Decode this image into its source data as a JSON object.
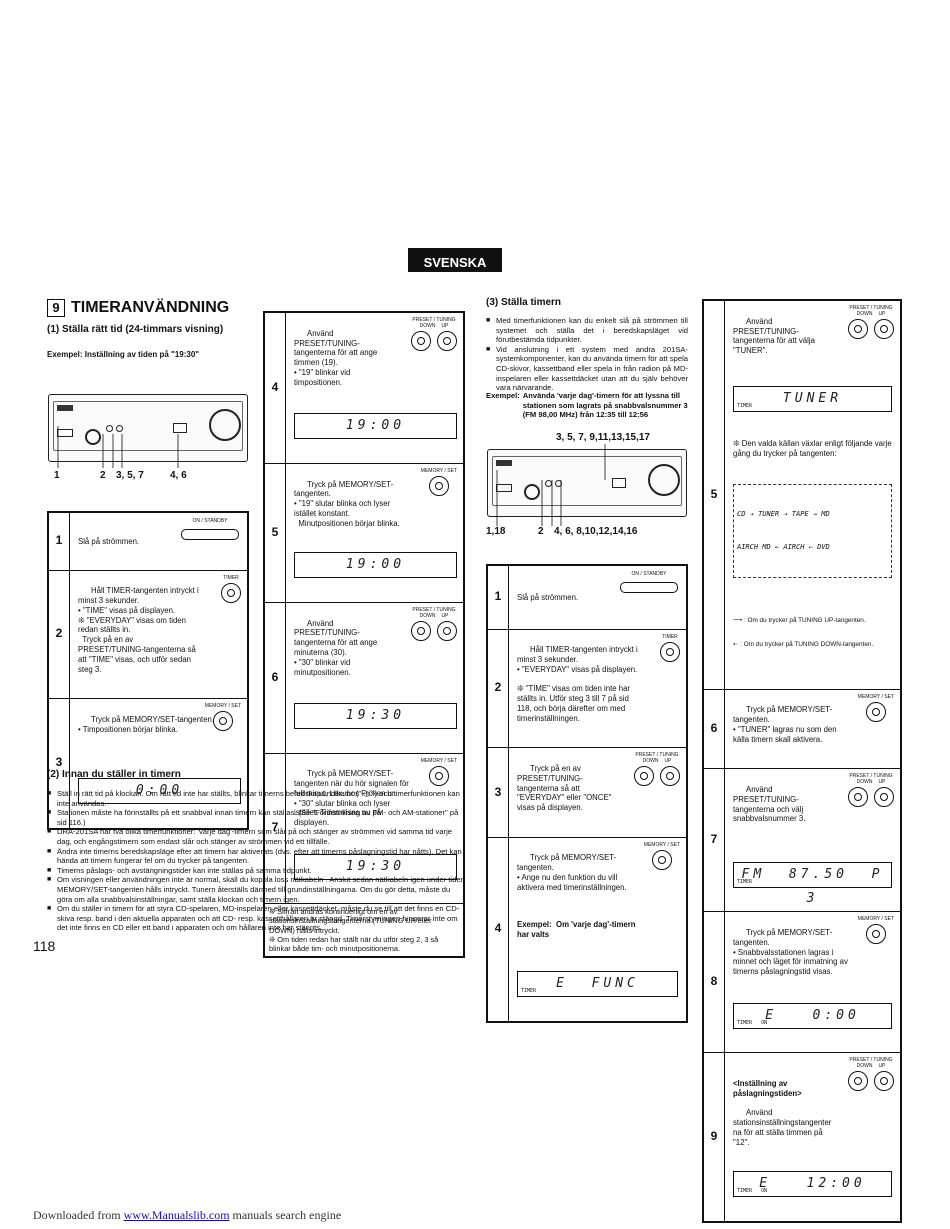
{
  "language_tag": "SVENSKA",
  "section": {
    "number": "9",
    "title": "TIMERANVÄNDNING"
  },
  "part1": {
    "heading": "(1)   Ställa rätt tid (24-timmars visning)",
    "example": "Exempel:  Inställning av tiden på \"19:30\"",
    "callouts": [
      "1",
      "2",
      "3, 5, 7",
      "4, 6"
    ],
    "steps": [
      {
        "n": "1",
        "text": "Slå på strömmen.",
        "button": "ON / STANDBY"
      },
      {
        "n": "2",
        "text": "Håll TIMER-tangenten intryckt i minst 3 sekunder.\n• \"TIME\" visas på displayen.\n❊ \"EVERYDAY\" visas om tiden redan ställts in.\n  Tryck på en av PRESET/TUNING-tangenterna så att \"TIME\" visas, och utför sedan steg 3.",
        "button": "TIMER"
      },
      {
        "n": "3",
        "text": "Tryck på MEMORY/SET-tangenten.\n• Timpositionen börjar blinka.",
        "button": "MEMORY / SET",
        "display": "0:00"
      }
    ],
    "steps_right": [
      {
        "n": "4",
        "text": "Använd PRESET/TUNING-tangenterna för att ange timmen (19).\n• \"19\" blinkar vid timpositionen.",
        "button": "PRESET / TUNING",
        "down": "DOWN",
        "up": "UP",
        "display": "19:00"
      },
      {
        "n": "5",
        "text": "Tryck på MEMORY/SET-tangenten.\n• \"19\" slutar blinka och lyser istället konstant.\n  Minutpositionen börjar blinka.",
        "button": "MEMORY / SET",
        "display": "19:00"
      },
      {
        "n": "6",
        "text": "Använd PRESET/TUNING-tangenterna för att ange minuterna (30).\n• \"30\" blinkar vid minutpositionen.",
        "button": "PRESET / TUNING",
        "down": "DOWN",
        "up": "UP",
        "display": "19:30"
      },
      {
        "n": "7",
        "text": "Tryck på MEMORY/SET-tangenten när du hör signalen för full minut, t.ex. hos Fröken ur.\n• \"30\" slutar blinka och lyser istället. Tiden visas nu på displayen.",
        "button": "MEMORY / SET",
        "display": "19:30"
      }
    ],
    "notes": [
      "❊ Siffran ändras kontinuerligt om en av stationsinställningstangenterna (TUNING UP eller DOWN) hålls intryckt.",
      "❊ Om tiden redan har ställt när du utför steg 2, 3 så blinkar både tim- och minutpositionerna."
    ]
  },
  "part2": {
    "heading": "(2)   Innan du ställer in timern",
    "bullets": [
      "Ställ in rätt tid på klockan. Om rätt tid inte har ställts, blinkar timerns beredskapsindikator (\" ◷ \") och timerfunktionen kan inte användas.",
      "Stationen måste ha förinställts på ett snabbval innan timern kan ställas. (Se \"Förinställning av FM- och AM-stationer\" på sid 116.)",
      "DRA-201SA har två olika timerfunktioner: 'varje dag'-timern som slår på och stänger av strömmen vid samma tid varje dag, och engångstimern som endast slår och stänger av strömmen vid ett tillfälle.",
      "Ändra inte timerns beredskapsläge efter att timern har aktiverats (dvs. efter att timerns påslagningstid har nåtts). Det kan hända att timern fungerar fel om du trycker på tangenten.",
      "Timerns påslags- och avstängningstider kan inte ställas på samma tidpunkt.",
      "Om visningen eller användningen inte är normal, skall du koppla loss nätkabeln . Anslut sedan nätkabeln igen under tiden MEMORY/SET-tangenten hålls intryckt. Tunern återställs därmed till grundinställningarna. Om du gör detta, måste du göra om alla snabbvalsinställningar, samt ställa klockan och timern igen.",
      "Om du ställer in timern för att styra CD-spelaren, MD-inspelaren eller kassettdäcket, måste du se till att det finns en CD-skiva resp. band i den aktuella apparaten och att CD- resp. kassetthållaren är stängd. Timerstyrningen fungerar inte om det inte finns en CD eller ett band i apparaten och om hållaren inte har stängts."
    ]
  },
  "part3": {
    "heading": "(3)   Ställa timern",
    "bullets": [
      "Med timerfunktionen kan du enkelt slå på strömmen till systemet och ställa det i beredskapsläget vid förutbestämda tidpunkter.",
      "Vid anslutning i ett system med andra 201SA-systemkomponenter, kan du använda timern för att spela CD-skivor, kassettband eller spela in från radion på MD-inspelaren eller kassettdäcket utan att du själv behöver vara närvarande."
    ],
    "example_label": "Exempel:",
    "example": "Använda 'varje dag'-timern för att lyssna till stationen som lagrats på snabbvalsnummer 3 (FM 98,00 MHz) från 12:35 till 12:56",
    "callout_top": "3, 5, 7, 9,11,13,15,17",
    "callouts_bottom": [
      "1,18",
      "2",
      "4, 6, 8,10,12,14,16"
    ],
    "steps": [
      {
        "n": "1",
        "text": "Slå på strömmen.",
        "button": "ON / STANDBY"
      },
      {
        "n": "2",
        "text": "Håll TIMER-tangenten intryckt i minst 3 sekunder.\n• \"EVERYDAY\" visas på displayen.\n\n❊ \"TIME\" visas om tiden inte har ställts in. Utför steg 3 till 7 på sid 118, och börja därefter om med timerinställningen.",
        "button": "TIMER"
      },
      {
        "n": "3",
        "text": "Tryck på en av PRESET/TUNING-tangenterna så att \"EVERYDAY\" eller \"ONCE\" visas på displayen.",
        "button": "PRESET / TUNING",
        "down": "DOWN",
        "up": "UP"
      },
      {
        "n": "4",
        "text": "Tryck på MEMORY/SET-tangenten.\n• Ange nu den funktion du vill aktivera med timerinställningen.",
        "button": "MEMORY / SET",
        "sublabel": "Exempel:  Om 'varje dag'-timern har valts",
        "display": "E  FUNC",
        "display_label": "TIMER"
      }
    ],
    "steps_right": [
      {
        "n": "5",
        "text": "Använd PRESET/TUNING-tangenterna för att välja \"TUNER\".",
        "button": "PRESET / TUNING",
        "down": "DOWN",
        "up": "UP",
        "display": "TUNER",
        "display_label": "TIMER",
        "note": "❊ Den valda källan växlar enligt följande varje gång du trycker på tangenten:",
        "seq1": "CD ⇢ TUNER ⇢ TAPE ⇢ MD",
        "seq2": "AIRCH MD ⇠ AIRCH ⇠ DVD",
        "legend1": ": Om du trycker på TUNING UP-tangenten.",
        "legend2": ": Om du trycker på TUNING DOWN-tangenten."
      },
      {
        "n": "6",
        "text": "Tryck på MEMORY/SET-tangenten.\n• \"TUNER\" lagras nu som den källa timern skall aktivera.",
        "button": "MEMORY / SET"
      },
      {
        "n": "7",
        "text": "Använd PRESET/TUNING-tangenterna och välj snabbvalsnummer 3.",
        "button": "PRESET / TUNING",
        "down": "DOWN",
        "up": "UP",
        "display": "FM  87.50  P 3",
        "display_label": "TIMER"
      },
      {
        "n": "8",
        "text": "Tryck på MEMORY/SET-tangenten.\n• Snabbvalsstationen lagras i minnet och läget för inmatning av timerns påslagningstid visas.",
        "button": "MEMORY / SET",
        "display": "E   0:00",
        "display_label": "TIMER   ON"
      },
      {
        "n": "9",
        "title": "<Inställning av påslagningstiden>",
        "text": "Använd stationsinställningstangenter na för att ställa timmen på \"12\".",
        "button": "PRESET / TUNING",
        "down": "DOWN",
        "up": "UP",
        "display": "E   12:00",
        "display_label": "TIMER   ON"
      }
    ]
  },
  "page_number": "118",
  "footer": {
    "prefix": "Downloaded from ",
    "link": "www.Manualslib.com",
    "suffix": " manuals search engine"
  }
}
